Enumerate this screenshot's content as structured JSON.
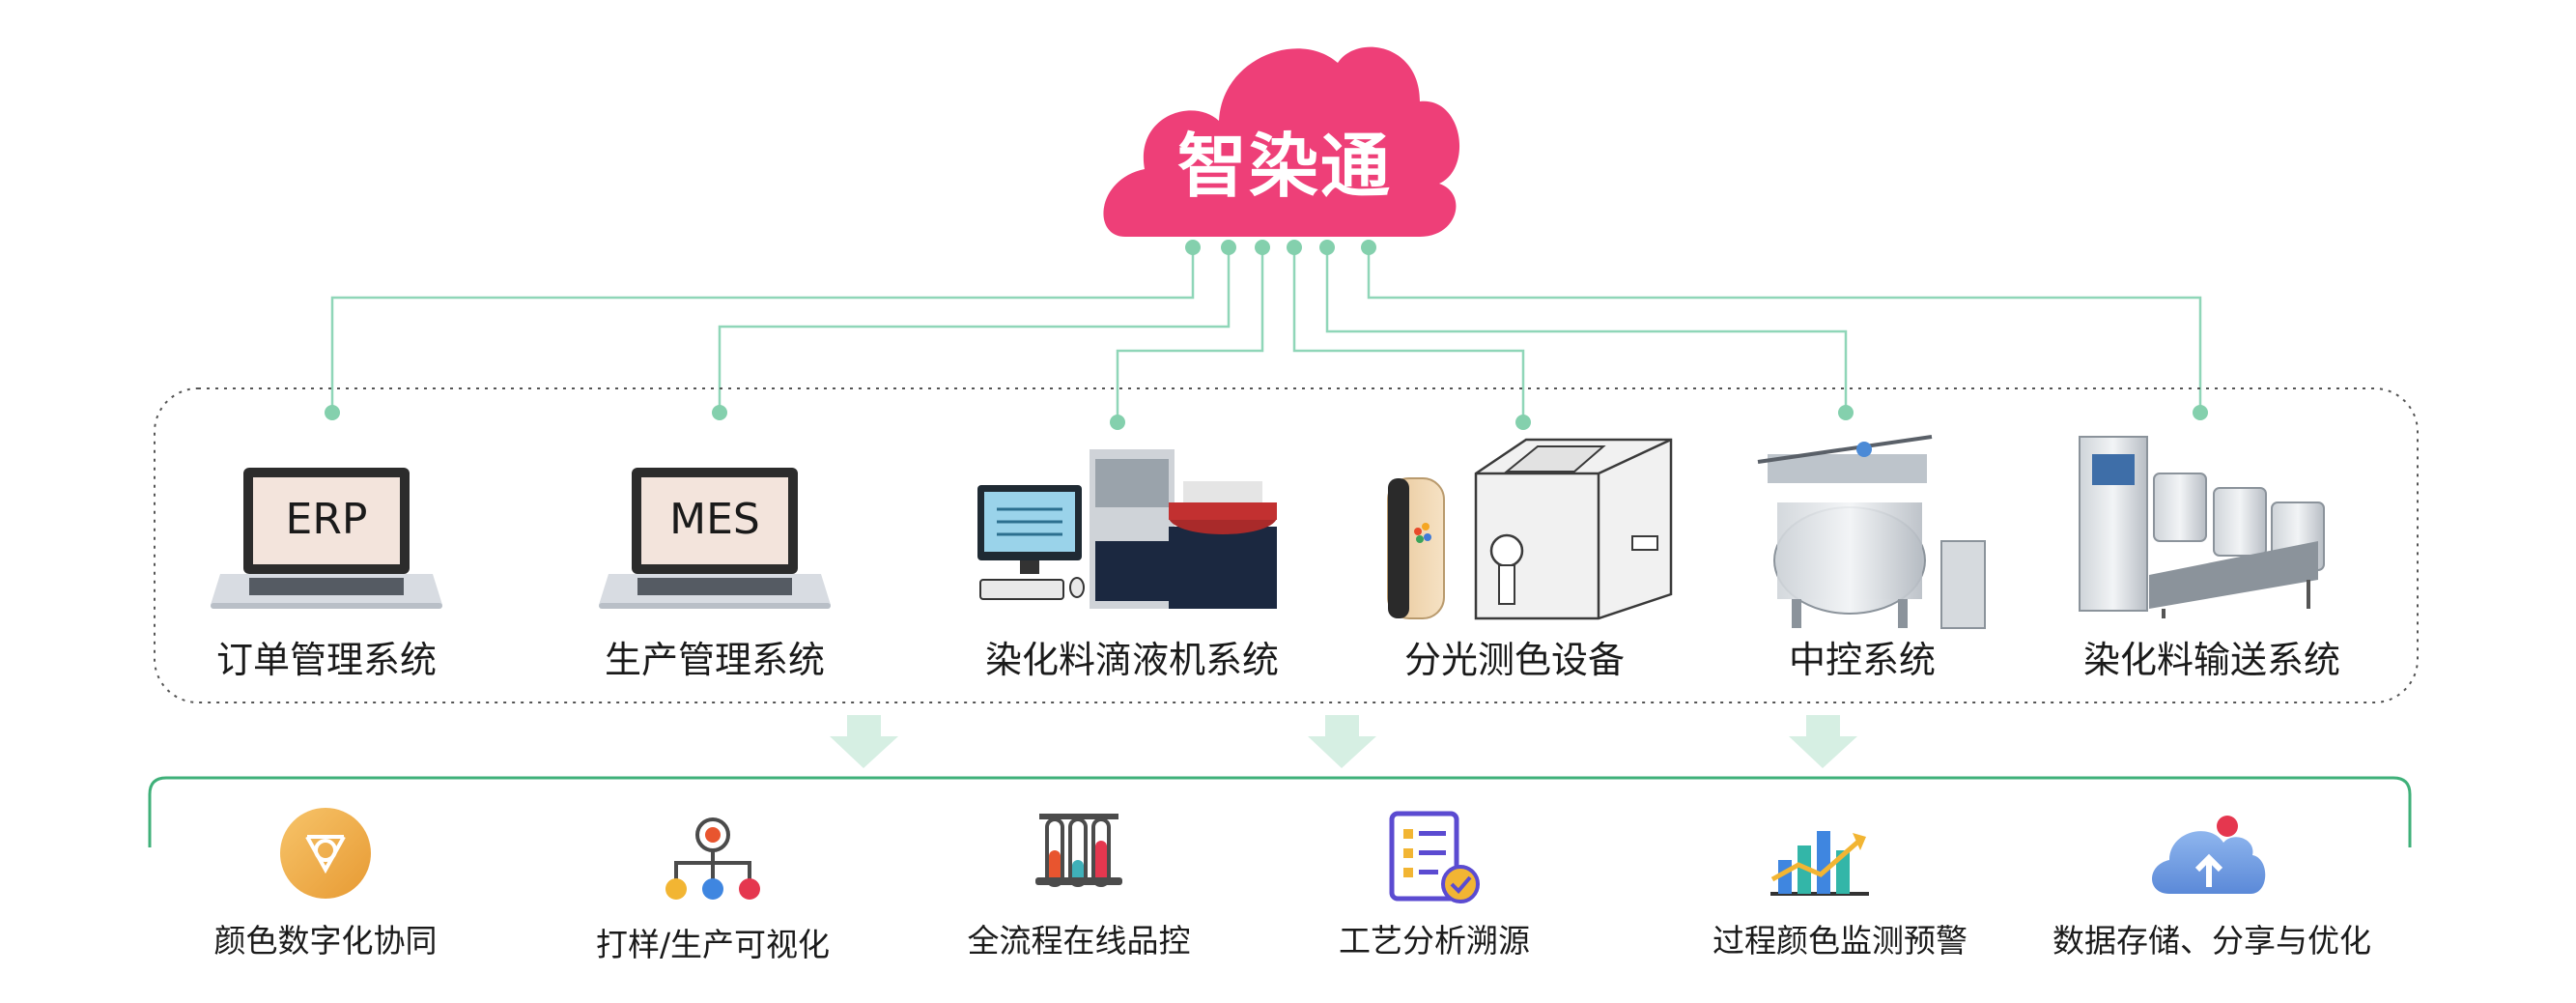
{
  "cloud": {
    "title": "智染通"
  },
  "systems": [
    {
      "label": "订单管理系统",
      "screen": "ERP"
    },
    {
      "label": "生产管理系统",
      "screen": "MES"
    },
    {
      "label": "染化料滴液机系统"
    },
    {
      "label": "分光测色设备"
    },
    {
      "label": "中控系统"
    },
    {
      "label": "染化料输送系统"
    }
  ],
  "features": [
    {
      "label": "颜色数字化协同"
    },
    {
      "label": "打样/生产可视化"
    },
    {
      "label": "全流程在线品控"
    },
    {
      "label": "工艺分析溯源"
    },
    {
      "label": "过程颜色监测预警"
    },
    {
      "label": "数据存储、分享与优化"
    }
  ],
  "colors": {
    "cloud": "#ee3f78",
    "connector": "#8fd6b8",
    "connector_dot": "#84d0ad",
    "arrow": "#d6efe3",
    "bracket": "#3fb079",
    "dotted_border": "#555555"
  },
  "icons": [
    "cloud-icon",
    "laptop-icon",
    "dispenser-machine-icon",
    "spectrophotometer-icon",
    "dyeing-machine-icon",
    "conveyor-system-icon",
    "palette-icon",
    "network-gear-icon",
    "test-tubes-icon",
    "checklist-icon",
    "chart-icon",
    "cloud-upload-icon"
  ]
}
